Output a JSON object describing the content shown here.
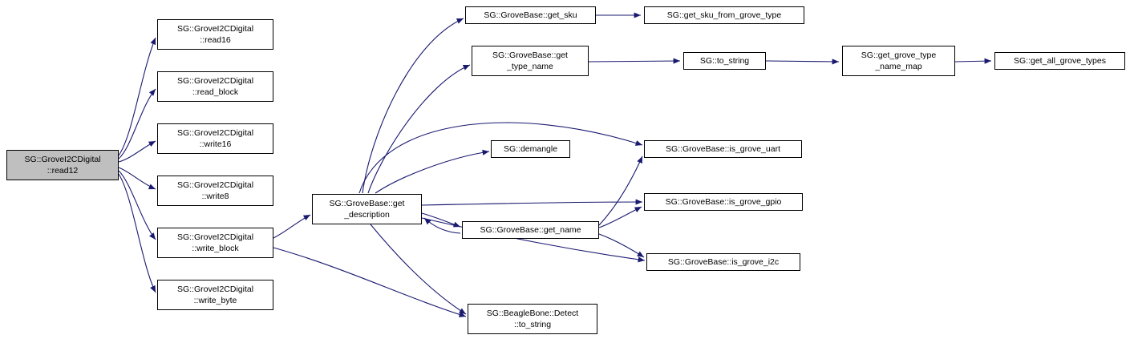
{
  "diagram": {
    "type": "call-graph",
    "colors": {
      "edge": "#191970",
      "node_border": "#000000",
      "node_fill": "#ffffff",
      "highlight_fill": "#bfbfbf"
    },
    "nodes": {
      "read12": {
        "label": "SG::GroveI2CDigital::read12",
        "lines": [
          "SG::GroveI2CDigital",
          "::read12"
        ],
        "highlighted": true
      },
      "read16": {
        "label": "SG::GroveI2CDigital::read16",
        "lines": [
          "SG::GroveI2CDigital",
          "::read16"
        ],
        "highlighted": false
      },
      "read_block": {
        "label": "SG::GroveI2CDigital::read_block",
        "lines": [
          "SG::GroveI2CDigital",
          "::read_block"
        ],
        "highlighted": false
      },
      "write16": {
        "label": "SG::GroveI2CDigital::write16",
        "lines": [
          "SG::GroveI2CDigital",
          "::write16"
        ],
        "highlighted": false
      },
      "write8": {
        "label": "SG::GroveI2CDigital::write8",
        "lines": [
          "SG::GroveI2CDigital",
          "::write8"
        ],
        "highlighted": false
      },
      "write_block": {
        "label": "SG::GroveI2CDigital::write_block",
        "lines": [
          "SG::GroveI2CDigital",
          "::write_block"
        ],
        "highlighted": false
      },
      "write_byte": {
        "label": "SG::GroveI2CDigital::write_byte",
        "lines": [
          "SG::GroveI2CDigital",
          "::write_byte"
        ],
        "highlighted": false
      },
      "get_description": {
        "label": "SG::GroveBase::get_description",
        "lines": [
          "SG::GroveBase::get",
          "_description"
        ],
        "highlighted": false
      },
      "get_sku": {
        "label": "SG::GroveBase::get_sku",
        "lines": [
          "SG::GroveBase::get_sku"
        ],
        "highlighted": false
      },
      "get_type_name": {
        "label": "SG::GroveBase::get_type_name",
        "lines": [
          "SG::GroveBase::get",
          "_type_name"
        ],
        "highlighted": false
      },
      "demangle": {
        "label": "SG::demangle",
        "lines": [
          "SG::demangle"
        ],
        "highlighted": false
      },
      "get_name": {
        "label": "SG::GroveBase::get_name",
        "lines": [
          "SG::GroveBase::get_name"
        ],
        "highlighted": false
      },
      "detect_to_string": {
        "label": "SG::BeagleBone::Detect::to_string",
        "lines": [
          "SG::BeagleBone::Detect",
          "::to_string"
        ],
        "highlighted": false
      },
      "get_sku_from_grove_type": {
        "label": "SG::get_sku_from_grove_type",
        "lines": [
          "SG::get_sku_from_grove_type"
        ],
        "highlighted": false
      },
      "to_string": {
        "label": "SG::to_string",
        "lines": [
          "SG::to_string"
        ],
        "highlighted": false
      },
      "is_grove_uart": {
        "label": "SG::GroveBase::is_grove_uart",
        "lines": [
          "SG::GroveBase::is_grove_uart"
        ],
        "highlighted": false
      },
      "is_grove_gpio": {
        "label": "SG::GroveBase::is_grove_gpio",
        "lines": [
          "SG::GroveBase::is_grove_gpio"
        ],
        "highlighted": false
      },
      "is_grove_i2c": {
        "label": "SG::GroveBase::is_grove_i2c",
        "lines": [
          "SG::GroveBase::is_grove_i2c"
        ],
        "highlighted": false
      },
      "get_grove_type_name_map": {
        "label": "SG::get_grove_type_name_map",
        "lines": [
          "SG::get_grove_type",
          "_name_map"
        ],
        "highlighted": false
      },
      "get_all_grove_types": {
        "label": "SG::get_all_grove_types",
        "lines": [
          "SG::get_all_grove_types"
        ],
        "highlighted": false
      }
    },
    "edges": [
      {
        "from": "read12",
        "to": "read16"
      },
      {
        "from": "read12",
        "to": "read_block"
      },
      {
        "from": "read12",
        "to": "write16"
      },
      {
        "from": "read12",
        "to": "write8"
      },
      {
        "from": "read12",
        "to": "write_block"
      },
      {
        "from": "read12",
        "to": "write_byte"
      },
      {
        "from": "write_block",
        "to": "get_description"
      },
      {
        "from": "write_block",
        "to": "detect_to_string"
      },
      {
        "from": "get_description",
        "to": "get_sku"
      },
      {
        "from": "get_description",
        "to": "get_type_name"
      },
      {
        "from": "get_description",
        "to": "demangle"
      },
      {
        "from": "get_description",
        "to": "is_grove_uart"
      },
      {
        "from": "get_description",
        "to": "is_grove_gpio"
      },
      {
        "from": "get_description",
        "to": "get_name"
      },
      {
        "from": "get_name",
        "to": "get_description"
      },
      {
        "from": "get_description",
        "to": "is_grove_i2c"
      },
      {
        "from": "get_description",
        "to": "detect_to_string"
      },
      {
        "from": "get_name",
        "to": "is_grove_uart"
      },
      {
        "from": "get_name",
        "to": "is_grove_gpio"
      },
      {
        "from": "get_name",
        "to": "is_grove_i2c"
      },
      {
        "from": "get_sku",
        "to": "get_sku_from_grove_type"
      },
      {
        "from": "get_type_name",
        "to": "to_string"
      },
      {
        "from": "to_string",
        "to": "get_grove_type_name_map"
      },
      {
        "from": "get_grove_type_name_map",
        "to": "get_all_grove_types"
      }
    ]
  }
}
